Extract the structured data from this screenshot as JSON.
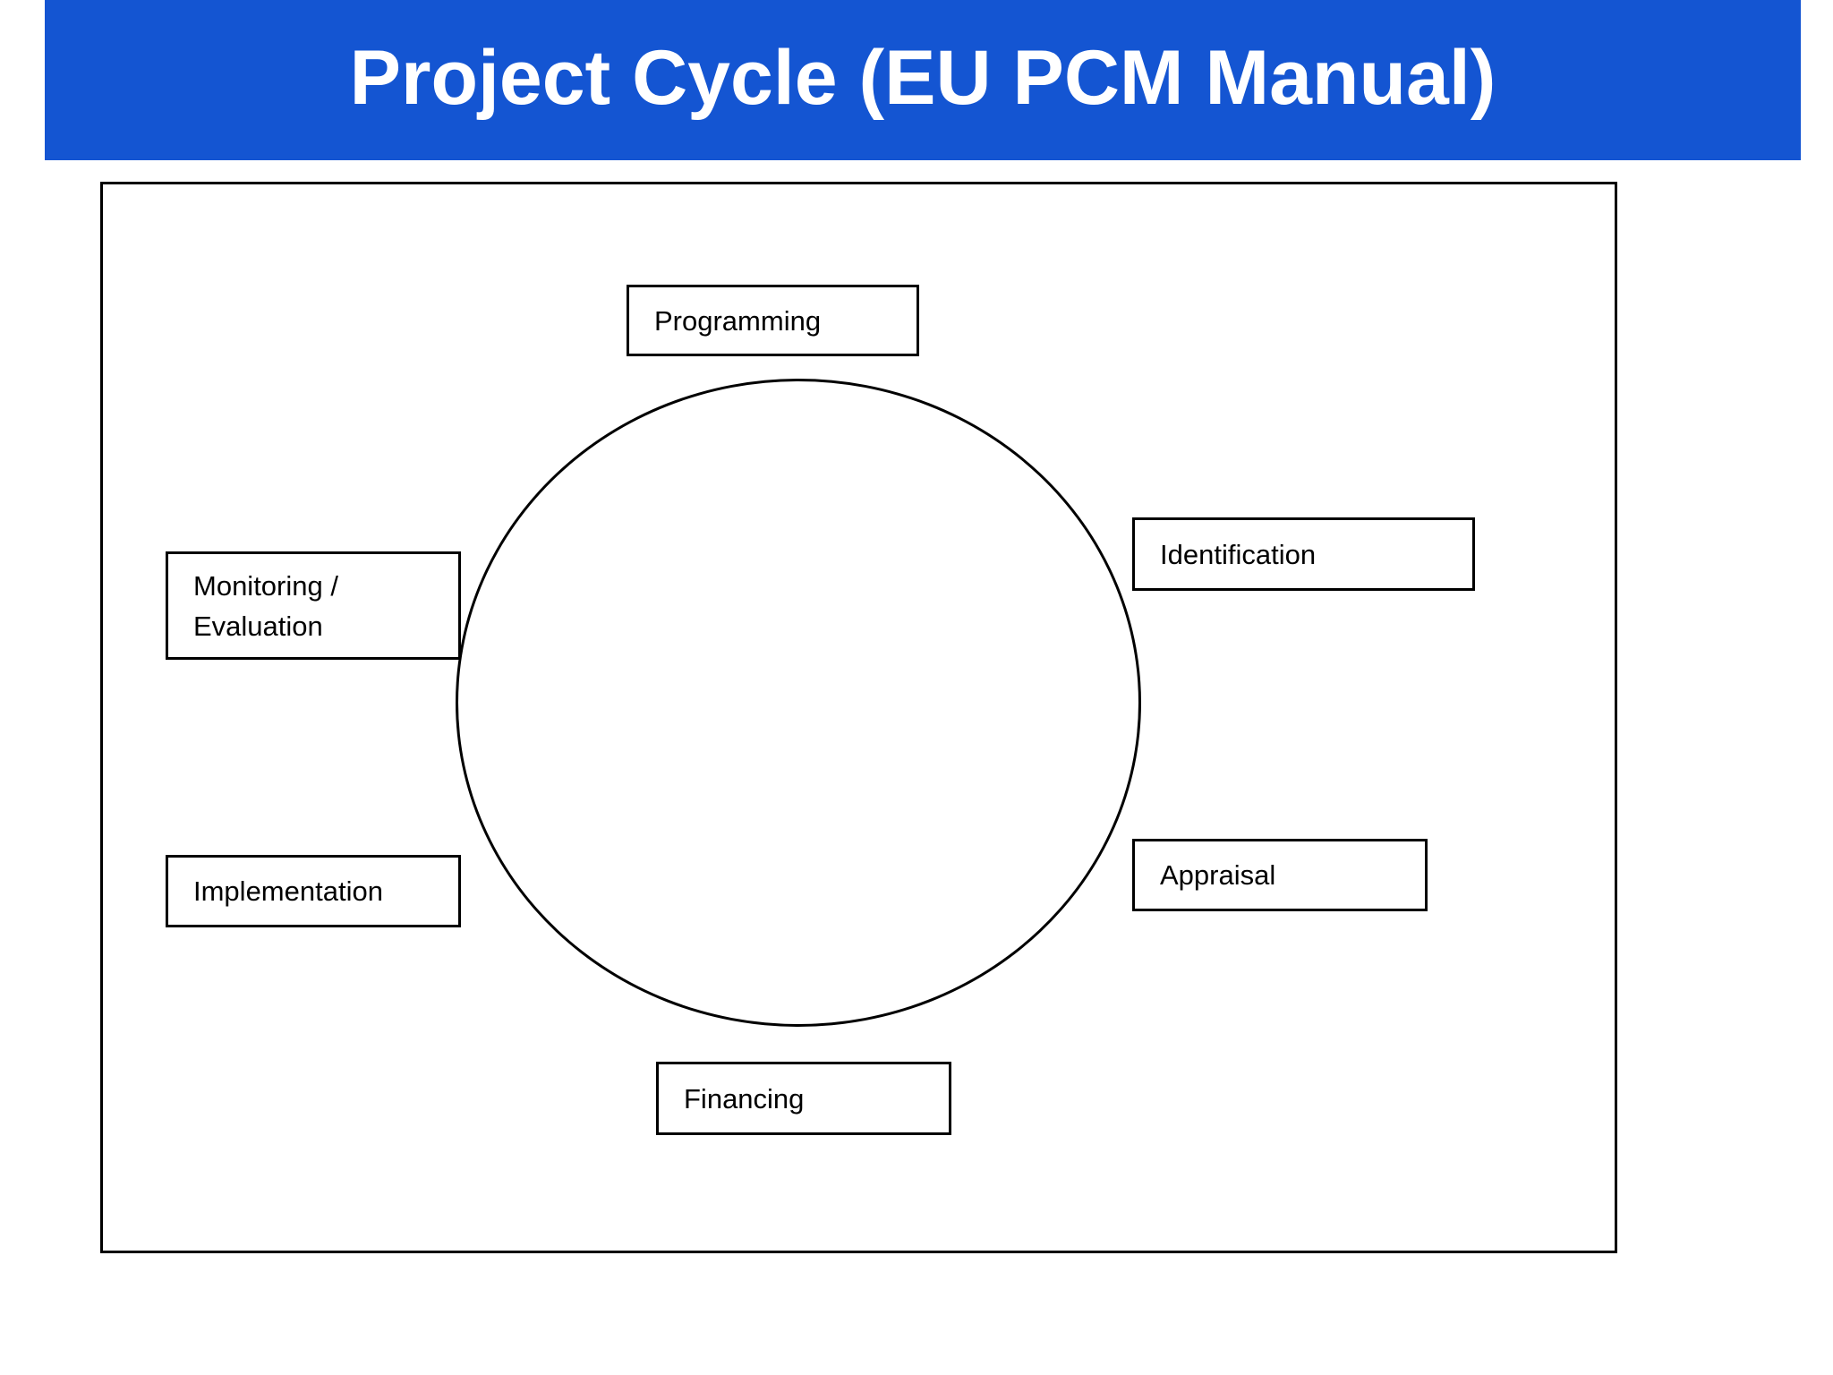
{
  "header": {
    "title": "Project Cycle (EU PCM Manual)",
    "background_color": "#1455d2",
    "text_color": "#ffffff"
  },
  "diagram": {
    "frame_border_color": "#000000",
    "circle_color": "#000000",
    "box_background": "#ffffff",
    "box_border_color": "#000000",
    "stages": {
      "programming": {
        "label": "Programming"
      },
      "identification": {
        "label": "Identification"
      },
      "appraisal": {
        "label": "Appraisal"
      },
      "financing": {
        "label": "Financing"
      },
      "implementation": {
        "label": "Implementation"
      },
      "monitoring_evaluation": {
        "label": "Monitoring / Evaluation"
      }
    }
  }
}
